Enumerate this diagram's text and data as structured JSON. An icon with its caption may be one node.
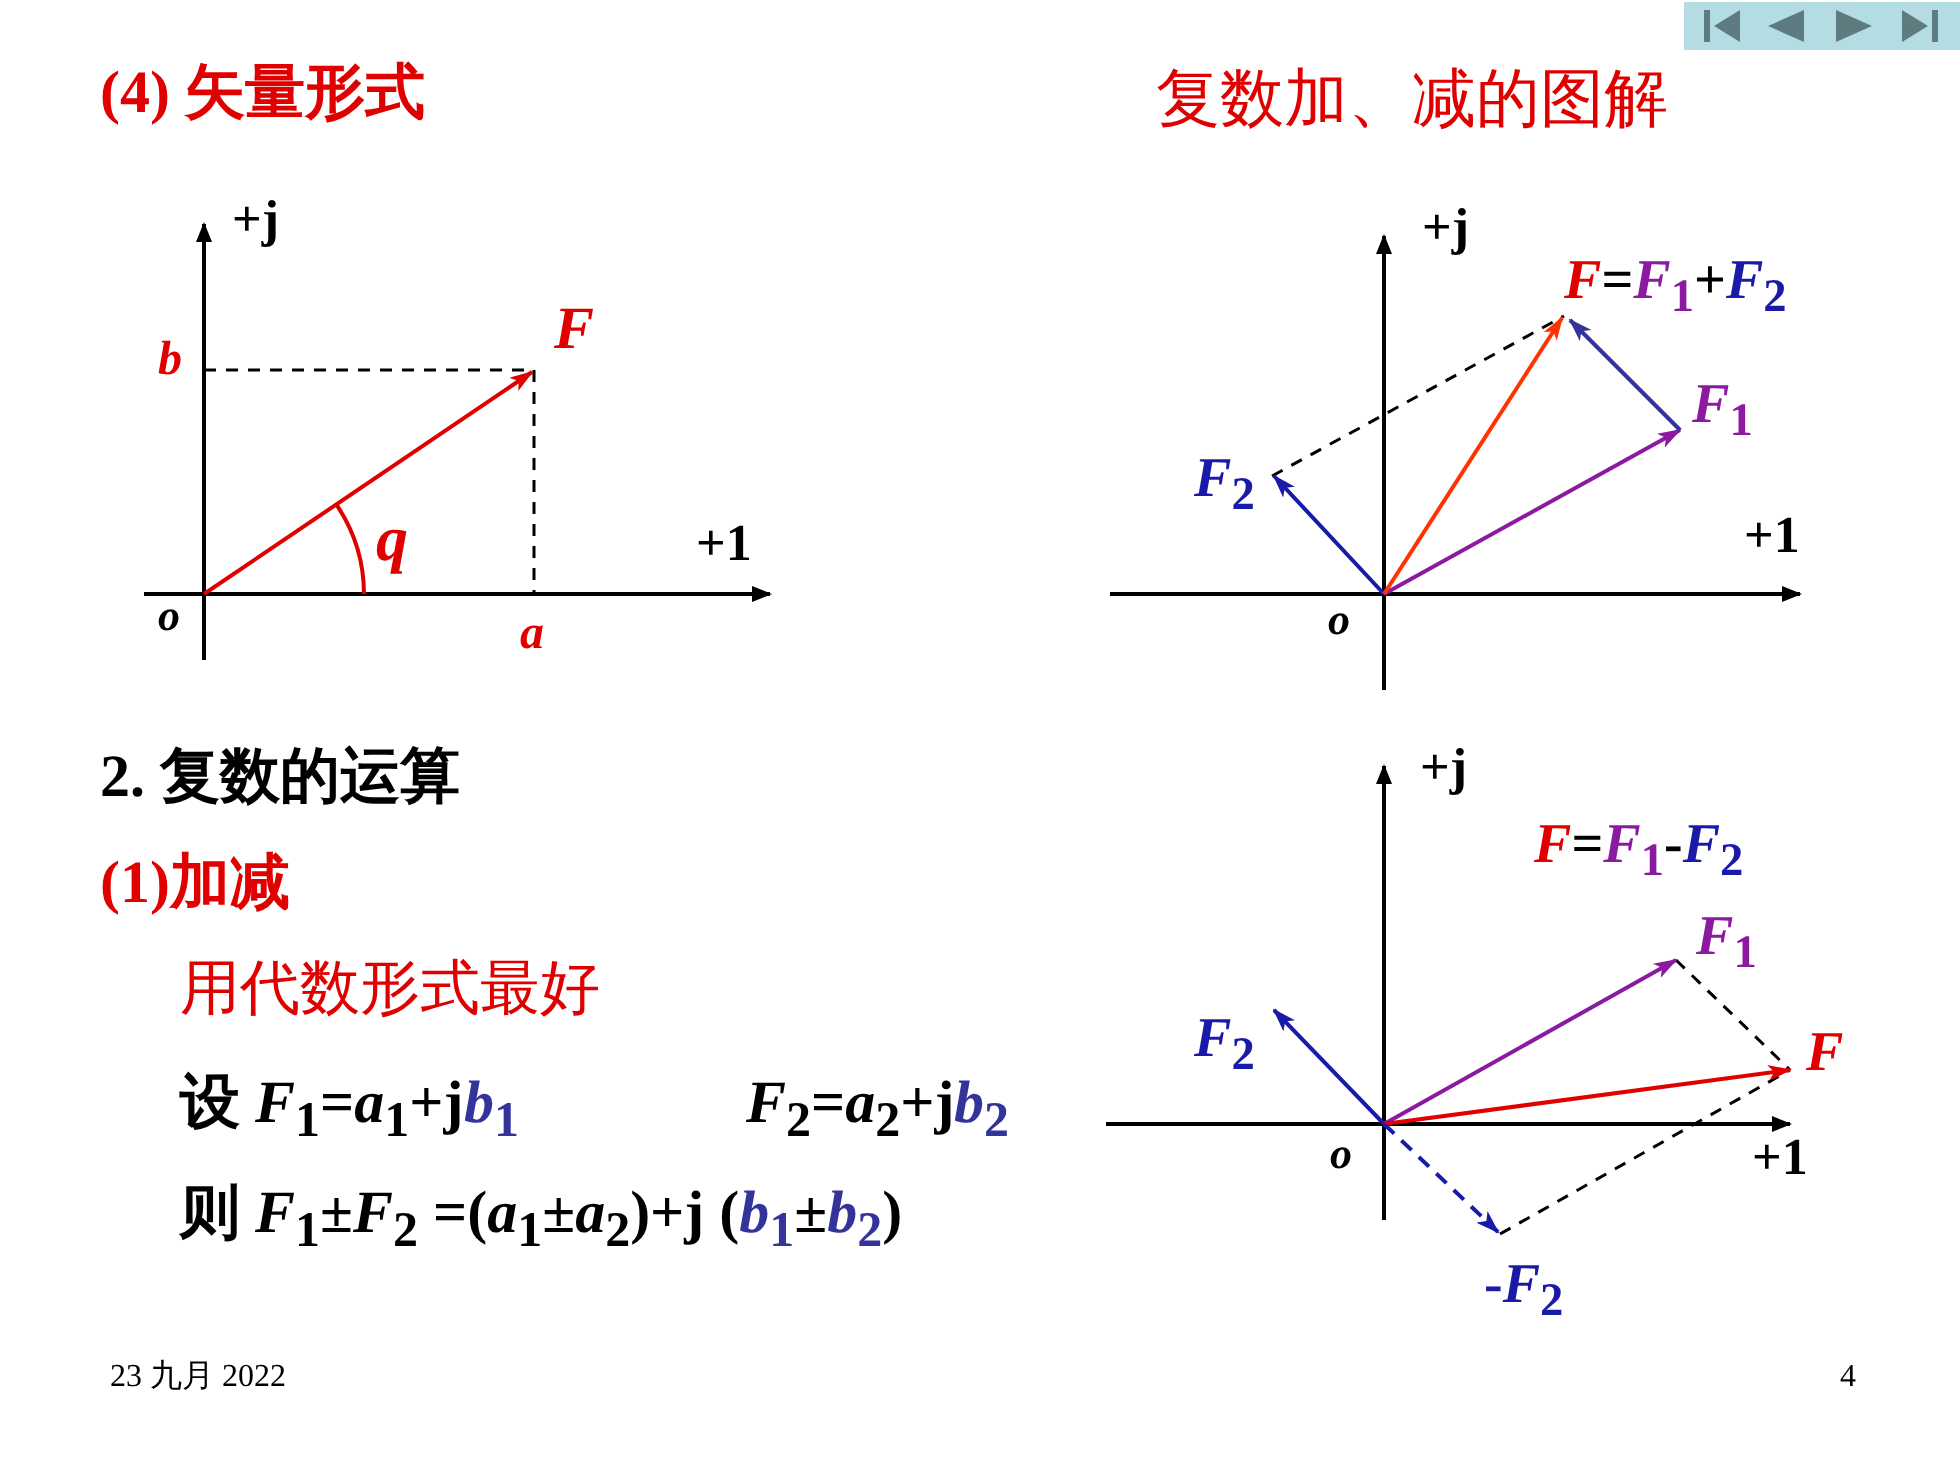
{
  "diagram": {
    "labels": [
      "(4) 矢量形式",
      "复数加、减的图解",
      "+j",
      "*F*",
      "*b*",
      "*q*",
      "+1",
      "*o*",
      "*a*",
      "+j",
      "*F*=*F*$_{1}$+*F*$_{2}$",
      "*F*$_{1}$",
      "*F*$_{2}$",
      "+1",
      "*o*",
      "2. 复数的运算",
      "+j",
      "*F*=*F*$_{1}$-*F*$_{2}$",
      "(1)加减",
      "*F*$_{1}$",
      "用代数形式最好",
      "*F*$_{2}$",
      "*F*",
      "设 *F*$_{1}$=*a*$_{1}$+j",
      "*b*$_{1}$",
      "*F*$_{2}$=*a*$_{2}$+j",
      "*b*$_{2}$",
      "*o*",
      "+1",
      "则 *F*$_{1}$±*F*$_{2}$ =(*a*$_{1}$±*a*$_{2}$)+j (*b*$_{1}$±*b*$_{2}$)",
      "-*F*$_{2}$",
      "23 九月 2022",
      "4"
    ]
  }
}
